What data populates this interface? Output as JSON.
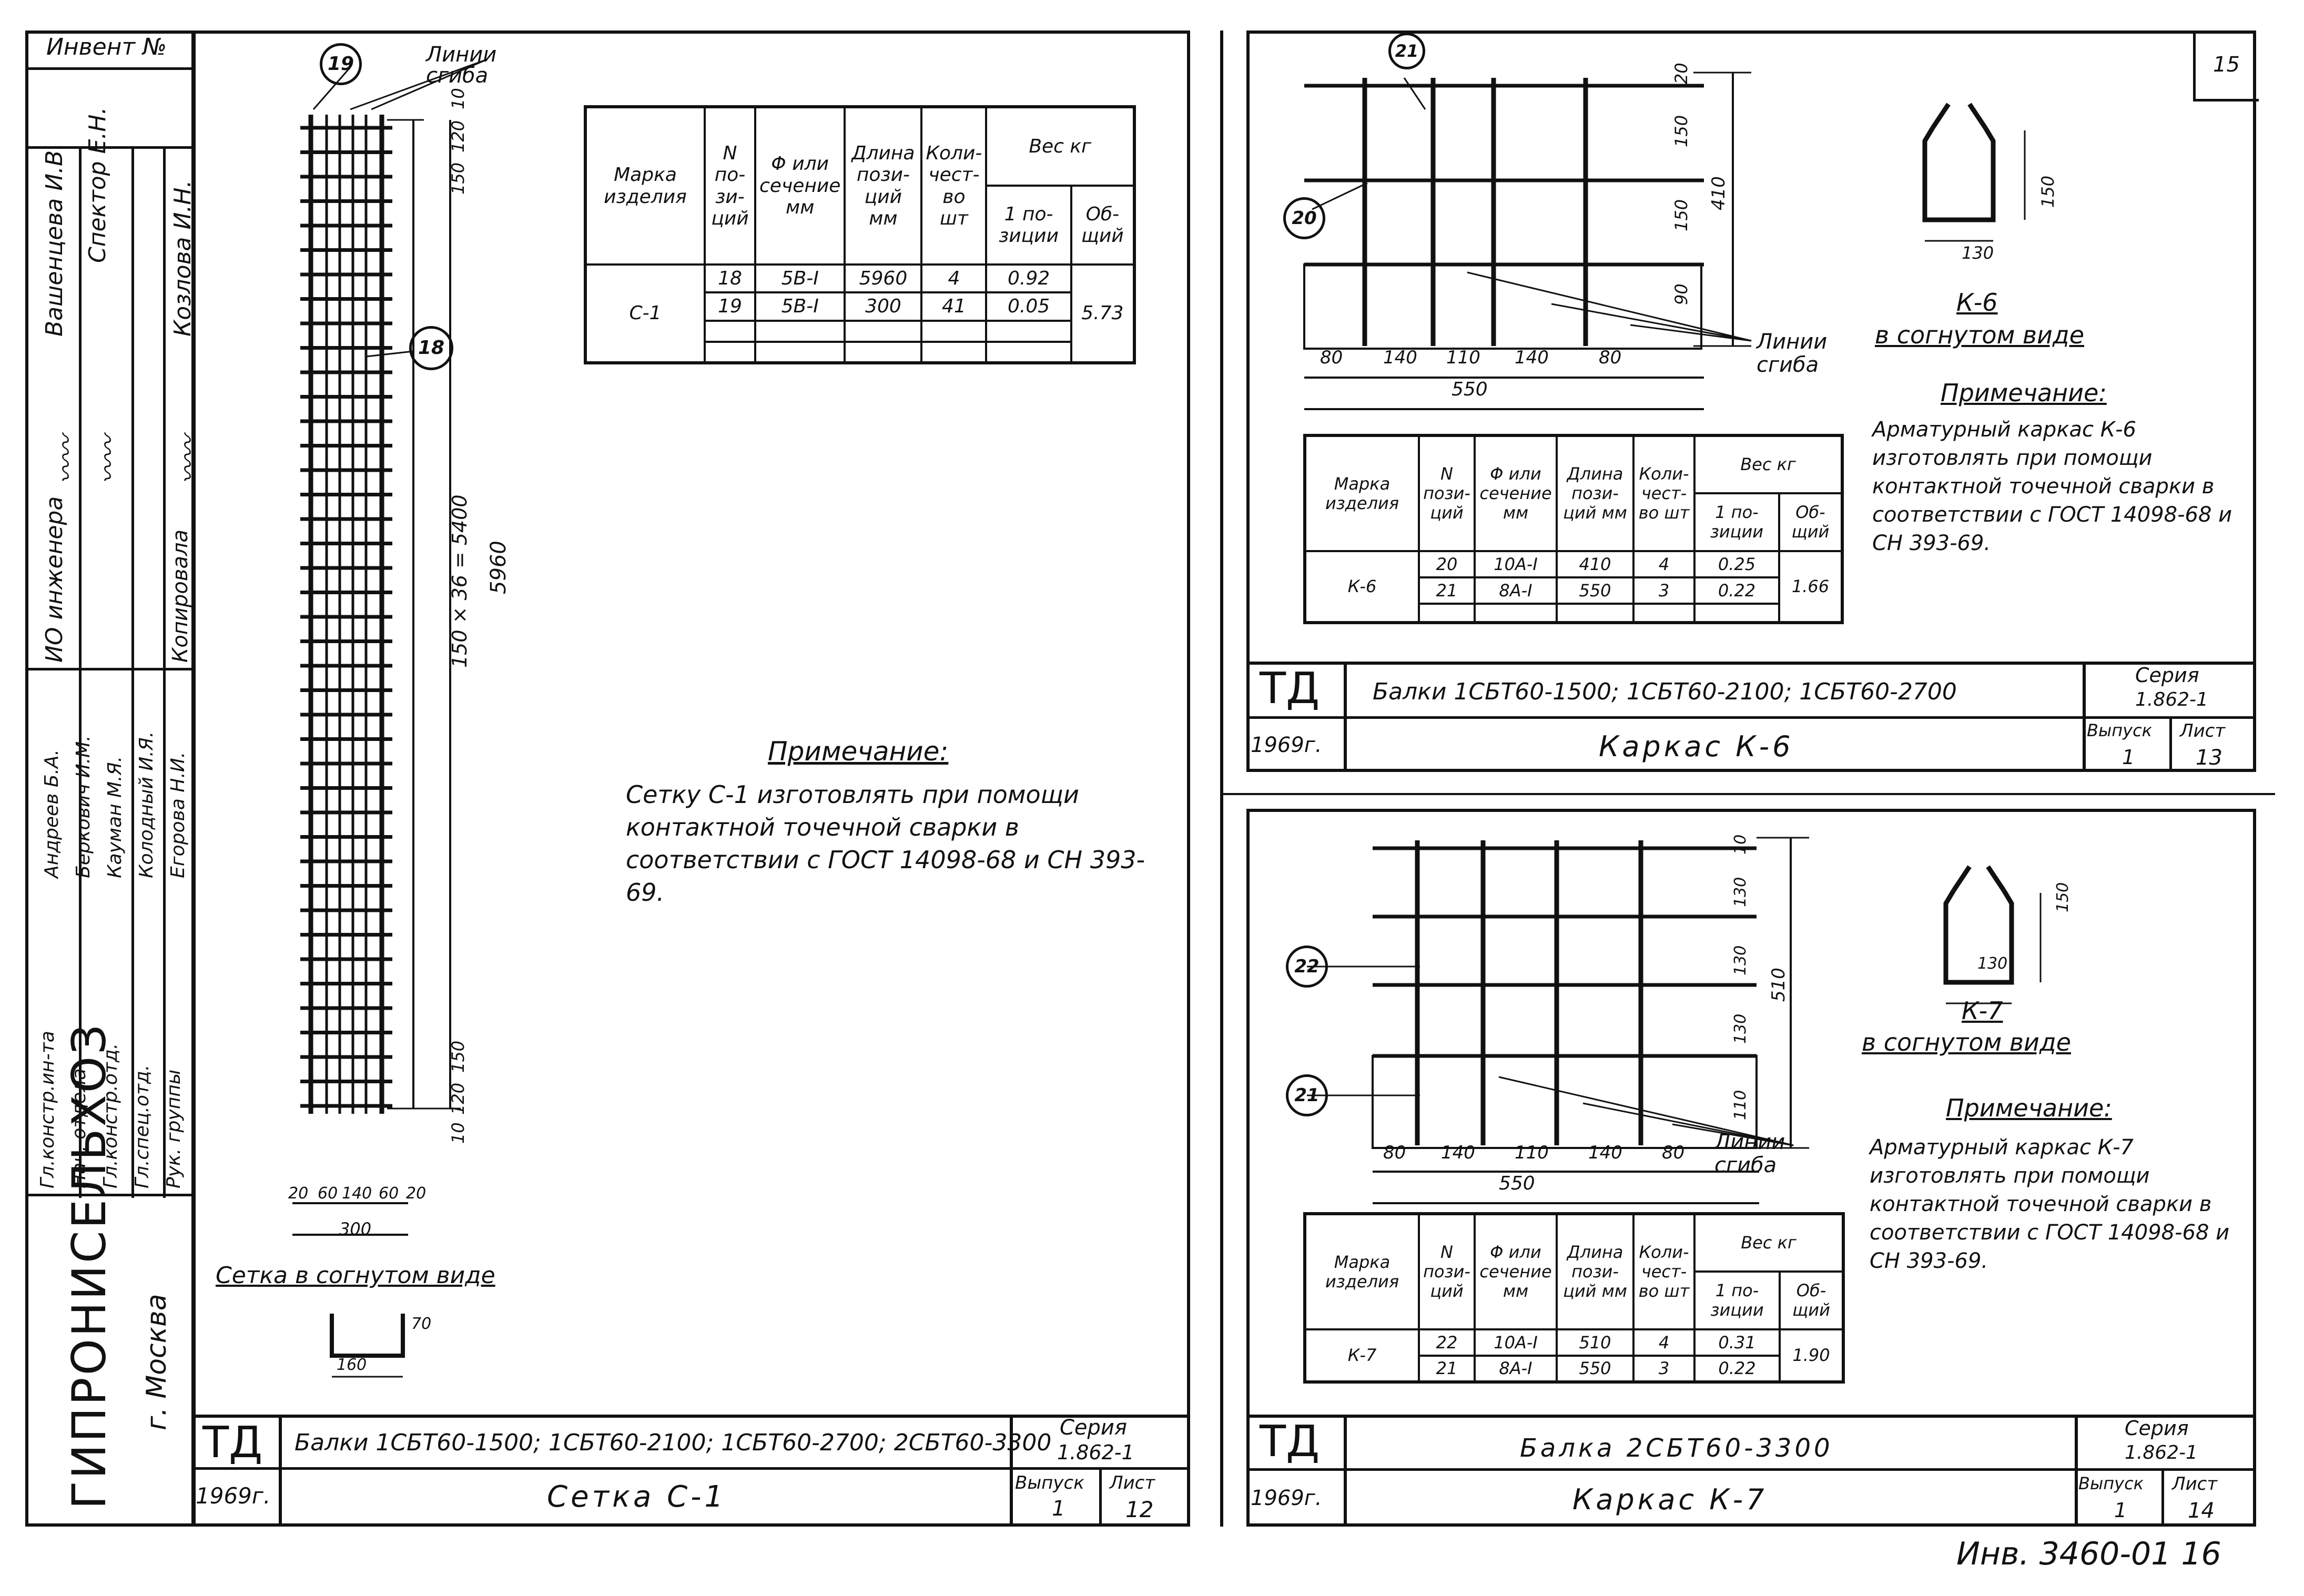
{
  "left_strip": {
    "inv_label": "Инвент №",
    "org_name": "ГИПРОНИСЕЛЬХОЗ",
    "city": "г. Москва",
    "roles": [
      "Гл.констр.ин-та",
      "Нач. отдела",
      "Гл.констр.отд.",
      "Гл.спец.отд.",
      "Рук. группы"
    ],
    "names_a": [
      "Андреев Б.А.",
      "Беркович И.М.",
      "Кауман М.Я.",
      "Колодный И.Я.",
      "Егорова Н.И."
    ],
    "roles_b": [
      "ИО инженера",
      "",
      "Копировала"
    ],
    "names_b": [
      "Вашенцева И.В.",
      "Спектор Е.Н.",
      "Козлова И.Н."
    ]
  },
  "sheet12": {
    "callout_19": "19",
    "callout_18": "18",
    "bend_lines": "Линии сгиба",
    "dims_right_top": [
      "10",
      "120",
      "150"
    ],
    "dim_pitch": "150 × 36 = 5400",
    "dim_total": "5960",
    "dims_right_bottom": [
      "150",
      "120",
      "10"
    ],
    "bottom_dims": [
      "20",
      "60",
      "140",
      "60",
      "20"
    ],
    "bottom_total": "300",
    "bent_caption": "Сетка в согнутом виде",
    "bent_dims": [
      "160",
      "70"
    ],
    "table": {
      "h_mark": "Марка изделия",
      "h_pos": "N по- зи- ций",
      "h_dia": "Φ или сечение мм",
      "h_len": "Длина пози- ций мм",
      "h_qty": "Коли- чест- во шт",
      "h_weight": "Вес кг",
      "h_w1": "1 по- зиции",
      "h_wt": "Об- щий",
      "mark": "С-1",
      "rows": [
        {
          "pos": "18",
          "dia": "5В-I",
          "len": "5960",
          "qty": "4",
          "w1": "0.92"
        },
        {
          "pos": "19",
          "dia": "5В-I",
          "len": "300",
          "qty": "41",
          "w1": "0.05"
        }
      ],
      "total": "5.73"
    },
    "note_title": "Примечание:",
    "note_text": "Сетку С-1 изготовлять при помощи контактной точечной сварки в соответствии с ГОСТ 14098-68 и СН 393-69.",
    "title_block": {
      "logo": "ТД",
      "year": "1969г.",
      "project": "Балки 1СБТ60-1500; 1СБТ60-2100; 1СБТ60-2700; 2СБТ60-3300",
      "drawing": "Сетка С-1",
      "series_label": "Серия",
      "series": "1.862-1",
      "issue_label": "Выпуск",
      "issue": "1",
      "sheet_label": "Лист",
      "sheet": "12"
    }
  },
  "sheet13": {
    "page_no": "15",
    "callout_21": "21",
    "callout_20": "20",
    "dims_right": [
      "20",
      "150",
      "150",
      "90"
    ],
    "dim_right_total": "410",
    "dims_bottom": [
      "80",
      "140",
      "110",
      "140",
      "80"
    ],
    "dim_bottom_total": "550",
    "bend_lines": "Линии сгиба",
    "bent_dims": [
      "150",
      "130"
    ],
    "bent_caption_mark": "К-6",
    "bent_caption": "в согнутом виде",
    "note_title": "Примечание:",
    "note_text": "Арматурный каркас К-6 изготовлять при помощи контактной точечной сварки в соответствии с ГОСТ 14098-68 и СН 393-69.",
    "table": {
      "h_mark": "Марка изделия",
      "h_pos": "N пози- ций",
      "h_dia": "Φ или сечение мм",
      "h_len": "Длина пози- ций мм",
      "h_qty": "Коли- чест- во шт",
      "h_weight": "Вес кг",
      "h_w1": "1 по- зиции",
      "h_wt": "Об- щий",
      "mark": "К-6",
      "rows": [
        {
          "pos": "20",
          "dia": "10А-I",
          "len": "410",
          "qty": "4",
          "w1": "0.25"
        },
        {
          "pos": "21",
          "dia": "8А-I",
          "len": "550",
          "qty": "3",
          "w1": "0.22"
        }
      ],
      "total": "1.66"
    },
    "title_block": {
      "logo": "ТД",
      "year": "1969г.",
      "project": "Балки 1СБТ60-1500; 1СБТ60-2100; 1СБТ60-2700",
      "drawing": "Каркас К-6",
      "series_label": "Серия",
      "series": "1.862-1",
      "issue_label": "Выпуск",
      "issue": "1",
      "sheet_label": "Лист",
      "sheet": "13"
    }
  },
  "sheet14": {
    "callout_22": "22",
    "callout_21": "21",
    "dims_right": [
      "10",
      "130",
      "130",
      "130",
      "110"
    ],
    "dim_right_total": "510",
    "dims_bottom": [
      "80",
      "140",
      "110",
      "140",
      "80"
    ],
    "dim_bottom_total": "550",
    "bend_lines": "Линии сгиба",
    "bent_dims": [
      "150",
      "130"
    ],
    "bent_caption_mark": "К-7",
    "bent_caption": "в согнутом виде",
    "note_title": "Примечание:",
    "note_text": "Арматурный каркас К-7 изготовлять при помощи контактной точечной сварки в соответствии с ГОСТ 14098-68 и СН 393-69.",
    "table": {
      "h_mark": "Марка изделия",
      "h_pos": "N пози- ций",
      "h_dia": "Φ или сечение мм",
      "h_len": "Длина пози- ций мм",
      "h_qty": "Коли- чест- во шт",
      "h_weight": "Вес кг",
      "h_w1": "1 по- зиции",
      "h_wt": "Об- щий",
      "mark": "К-7",
      "rows": [
        {
          "pos": "22",
          "dia": "10А-I",
          "len": "510",
          "qty": "4",
          "w1": "0.31"
        },
        {
          "pos": "21",
          "dia": "8А-I",
          "len": "550",
          "qty": "3",
          "w1": "0.22"
        }
      ],
      "total": "1.90"
    },
    "title_block": {
      "logo": "ТД",
      "year": "1969г.",
      "project": "Балка 2СБТ60-3300",
      "drawing": "Каркас К-7",
      "series_label": "Серия",
      "series": "1.862-1",
      "issue_label": "Выпуск",
      "issue": "1",
      "sheet_label": "Лист",
      "sheet": "14"
    }
  },
  "footer_stamp": "Инв. 3460-01 16"
}
